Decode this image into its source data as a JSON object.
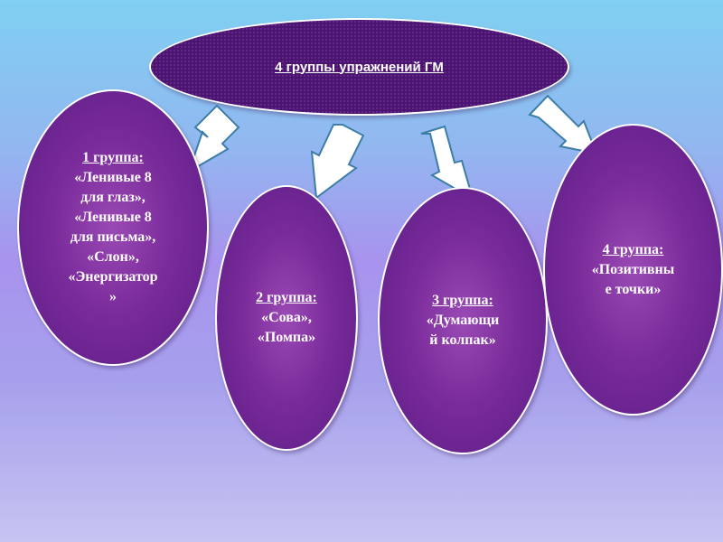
{
  "diagram": {
    "title": "4 группы упражнений ГМ",
    "groups": [
      {
        "label": "1 группа:",
        "lines": [
          "«Ленивые 8",
          "для глаз»,",
          "«Ленивые 8",
          "для письма»,",
          "«Слон»,",
          "«Энергизатор",
          "»"
        ]
      },
      {
        "label": "2 группа:",
        "lines": [
          "«Сова»,",
          "«Помпа»"
        ]
      },
      {
        "label": "3 группа:",
        "lines": [
          "«Думающи",
          "й колпак»"
        ]
      },
      {
        "label": "4 группа:",
        "lines": [
          "«Позитивны",
          "е точки»"
        ]
      }
    ]
  },
  "colors": {
    "oval_fill": "#6a2391",
    "title_oval_fill": "#4a1470",
    "arrow_fill": "#ffffff",
    "arrow_stroke": "#3c7ea6",
    "text": "#ffffff"
  }
}
